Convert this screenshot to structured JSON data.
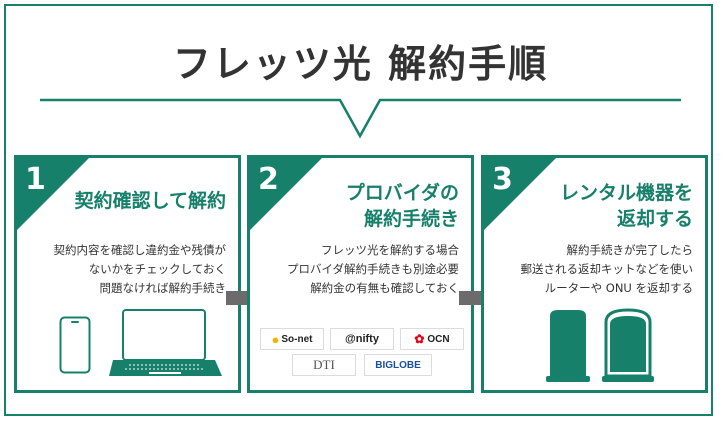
{
  "title": "フレッツ光 解約手順",
  "steps": [
    {
      "number": "1",
      "heading_lines": [
        "契約確認して解約"
      ],
      "body_lines": [
        "契約内容を確認し違約金や残債が",
        "ないかをチェックしておく",
        "問題なければ解約手続き"
      ]
    },
    {
      "number": "2",
      "heading_lines": [
        "プロバイダの",
        "解約手続き"
      ],
      "body_lines": [
        "フレッツ光を解約する場合",
        "プロバイダ解約手続きも別途必要",
        "解約金の有無も確認しておく"
      ]
    },
    {
      "number": "3",
      "heading_lines": [
        "レンタル機器を",
        "返却する"
      ],
      "body_lines": [
        "解約手続きが完了したら",
        "郵送される返却キットなどを使い",
        "ルーターや ONU を返却する"
      ]
    }
  ],
  "providers": [
    "So-net",
    "@nifty",
    "OCN",
    "DTI",
    "BIGLOBE"
  ],
  "icons": [
    "smartphone-icon",
    "laptop-icon",
    "router-icon",
    "onu-icon",
    "arrow-right-icon"
  ],
  "colors": {
    "accent": "#17806b",
    "arrow": "#6b6b6b",
    "text": "#333333"
  }
}
